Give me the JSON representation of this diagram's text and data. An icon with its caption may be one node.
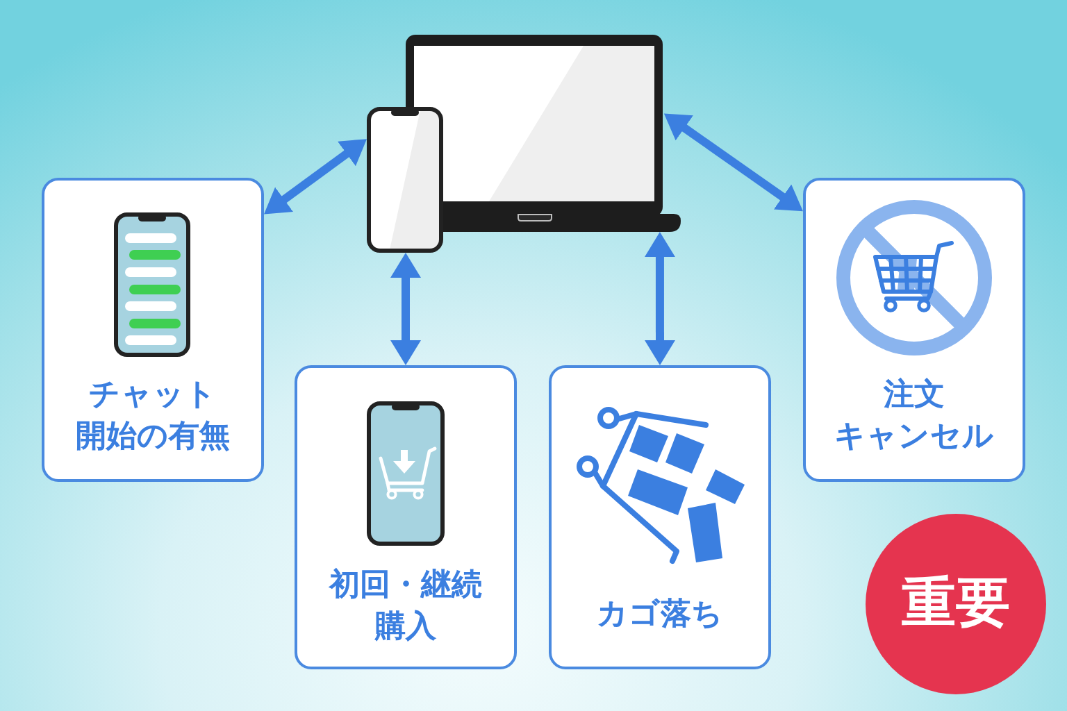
{
  "diagram": {
    "nodes": [
      {
        "text": [],
        "shape": "picture"
      },
      {
        "text": [],
        "shape": "picture"
      },
      {
        "text": [
          "チャット開始の有無"
        ]
      },
      {
        "text": [
          "初回・継続購入"
        ]
      },
      {
        "text": [
          "カゴ落ち"
        ]
      },
      {
        "text": [
          "注文キャンセル"
        ]
      },
      {
        "text": [
          "重要"
        ]
      }
    ],
    "edges": [
      {
        "from": 1,
        "to": 2,
        "arrow": "both"
      },
      {
        "from": 1,
        "to": 3,
        "arrow": "both"
      },
      {
        "from": 0,
        "to": 4,
        "arrow": "both"
      },
      {
        "from": 0,
        "to": 5,
        "arrow": "both"
      }
    ]
  }
}
